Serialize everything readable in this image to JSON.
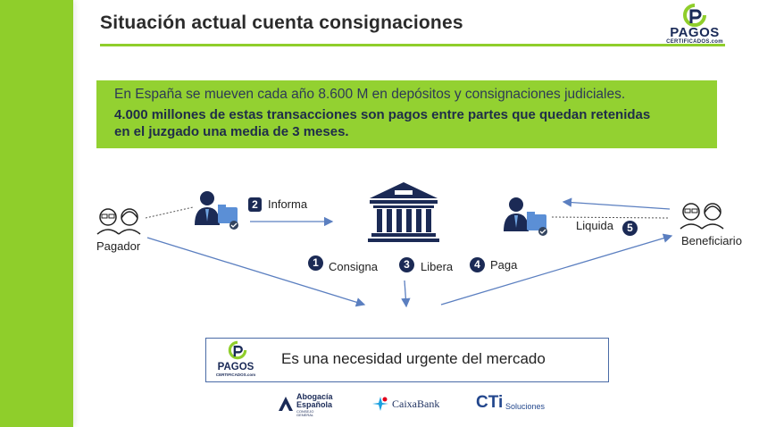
{
  "header": {
    "title": "Situación actual cuenta consignaciones",
    "logo_word": "PAGOS",
    "logo_sub": "CERTIFICADOS.com"
  },
  "highlight": {
    "line1": "En España se mueven cada año 8.600 M en  depósitos y consignaciones judiciales.",
    "line2": "4.000 millones de estas transacciones son pagos entre partes que quedan retenidas",
    "line3": "en el juzgado una media de 3 meses."
  },
  "diagram": {
    "pagador": "Pagador",
    "beneficiario": "Beneficiario",
    "steps": [
      {
        "num": "1",
        "label": "Consigna"
      },
      {
        "num": "2",
        "label": "Informa"
      },
      {
        "num": "3",
        "label": "Libera"
      },
      {
        "num": "4",
        "label": "Paga"
      },
      {
        "num": "5",
        "label": "Liquida"
      }
    ]
  },
  "conclusion": {
    "text": "Es una necesidad urgente del mercado",
    "logo_word": "PAGOS",
    "logo_sub": "CERTIFICADOS.com"
  },
  "partners": {
    "abogacia": [
      "Abogacía",
      "Española",
      "CONSEJO GENERAL"
    ],
    "caixabank": "CaixaBank",
    "cti": "CTi",
    "cti_sub": "Soluciones"
  },
  "colors": {
    "accent_green": "#8fce2b",
    "navy": "#1b2a55",
    "arrow_blue": "#5b7fc0"
  }
}
